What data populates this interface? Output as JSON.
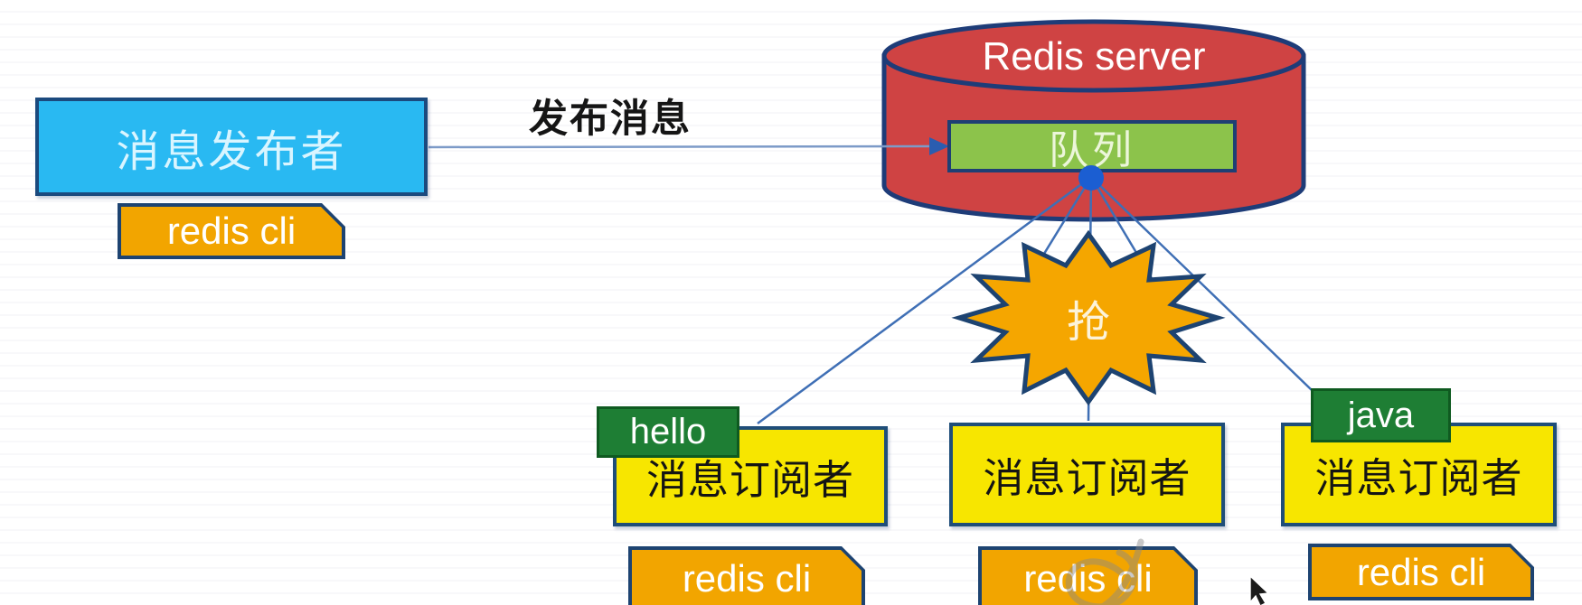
{
  "publisher": {
    "label": "消息发布者",
    "client": "redis cli"
  },
  "arrow": {
    "label": "发布消息"
  },
  "server": {
    "title": "Redis server",
    "queue": "队列"
  },
  "contend": {
    "label": "抢"
  },
  "subscribers": [
    {
      "channel": "hello",
      "label": "消息订阅者",
      "client": "redis cli"
    },
    {
      "channel": null,
      "label": "消息订阅者",
      "client": "redis cli"
    },
    {
      "channel": "java",
      "label": "消息订阅者",
      "client": "redis cli"
    }
  ],
  "colors": {
    "publisher_fill": "#29b9f2",
    "server_fill": "#cf4343",
    "queue_fill": "#8cc34b",
    "contend_fill": "#f5a600",
    "subscriber_fill": "#f7e600",
    "channel_tag_fill": "#1e7e34",
    "client_tag_fill": "#f2a500",
    "border": "#1d4371",
    "line": "#3f6fb5",
    "dot": "#1b5ed2"
  }
}
